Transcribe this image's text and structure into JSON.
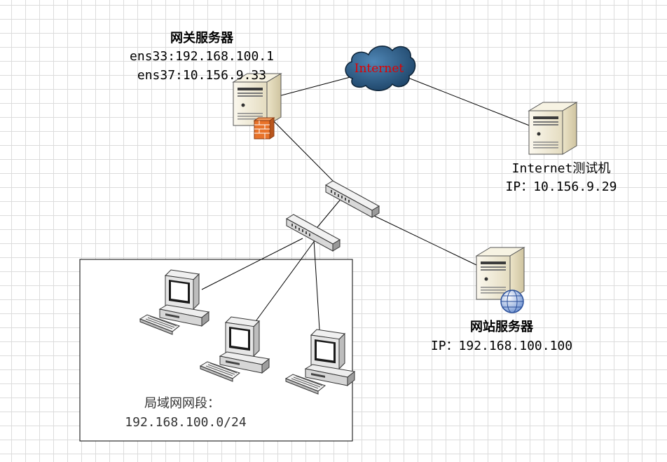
{
  "gateway": {
    "title": "网关服务器",
    "ens33": "ens33:192.168.100.1",
    "ens37": "ens37:10.156.9.33"
  },
  "internet": {
    "label": "Internet"
  },
  "internet_host": {
    "title": "Internet测试机",
    "ip": "IP：10.156.9.29"
  },
  "web_server": {
    "title": "网站服务器",
    "ip": "IP：192.168.100.100"
  },
  "lan": {
    "title": "局域网网段：",
    "subnet": "192.168.100.0/24"
  },
  "colors": {
    "cloud": "#1f4e79",
    "internet_text": "#e00000",
    "firewall": "#e8732a",
    "server_body": "#efe8cf"
  }
}
